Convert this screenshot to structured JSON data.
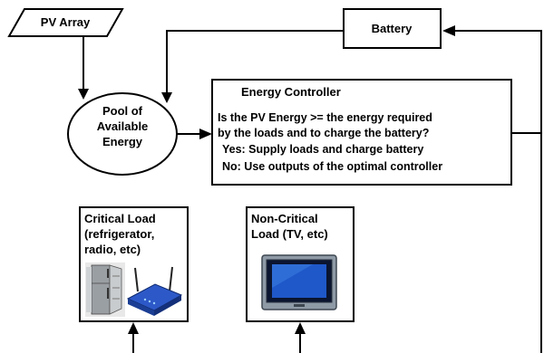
{
  "pv_array": {
    "label": "PV Array"
  },
  "battery": {
    "label": "Battery"
  },
  "pool": {
    "lines": [
      "Pool of",
      "Available",
      "Energy"
    ]
  },
  "controller": {
    "title": "Energy Controller",
    "lines": [
      "Is the PV Energy >= the energy required",
      "by the loads and to charge the battery?",
      "Yes: Supply loads and charge battery",
      "No: Use outputs of the optimal controller"
    ]
  },
  "critical_load": {
    "lines": [
      "Critical Load",
      "(refrigerator,",
      "radio, etc)"
    ]
  },
  "noncritical_load": {
    "lines": [
      "Non-Critical",
      "Load (TV, etc)"
    ]
  },
  "icons": [
    "refrigerator-icon",
    "wireless-router-icon",
    "tv-icon"
  ]
}
